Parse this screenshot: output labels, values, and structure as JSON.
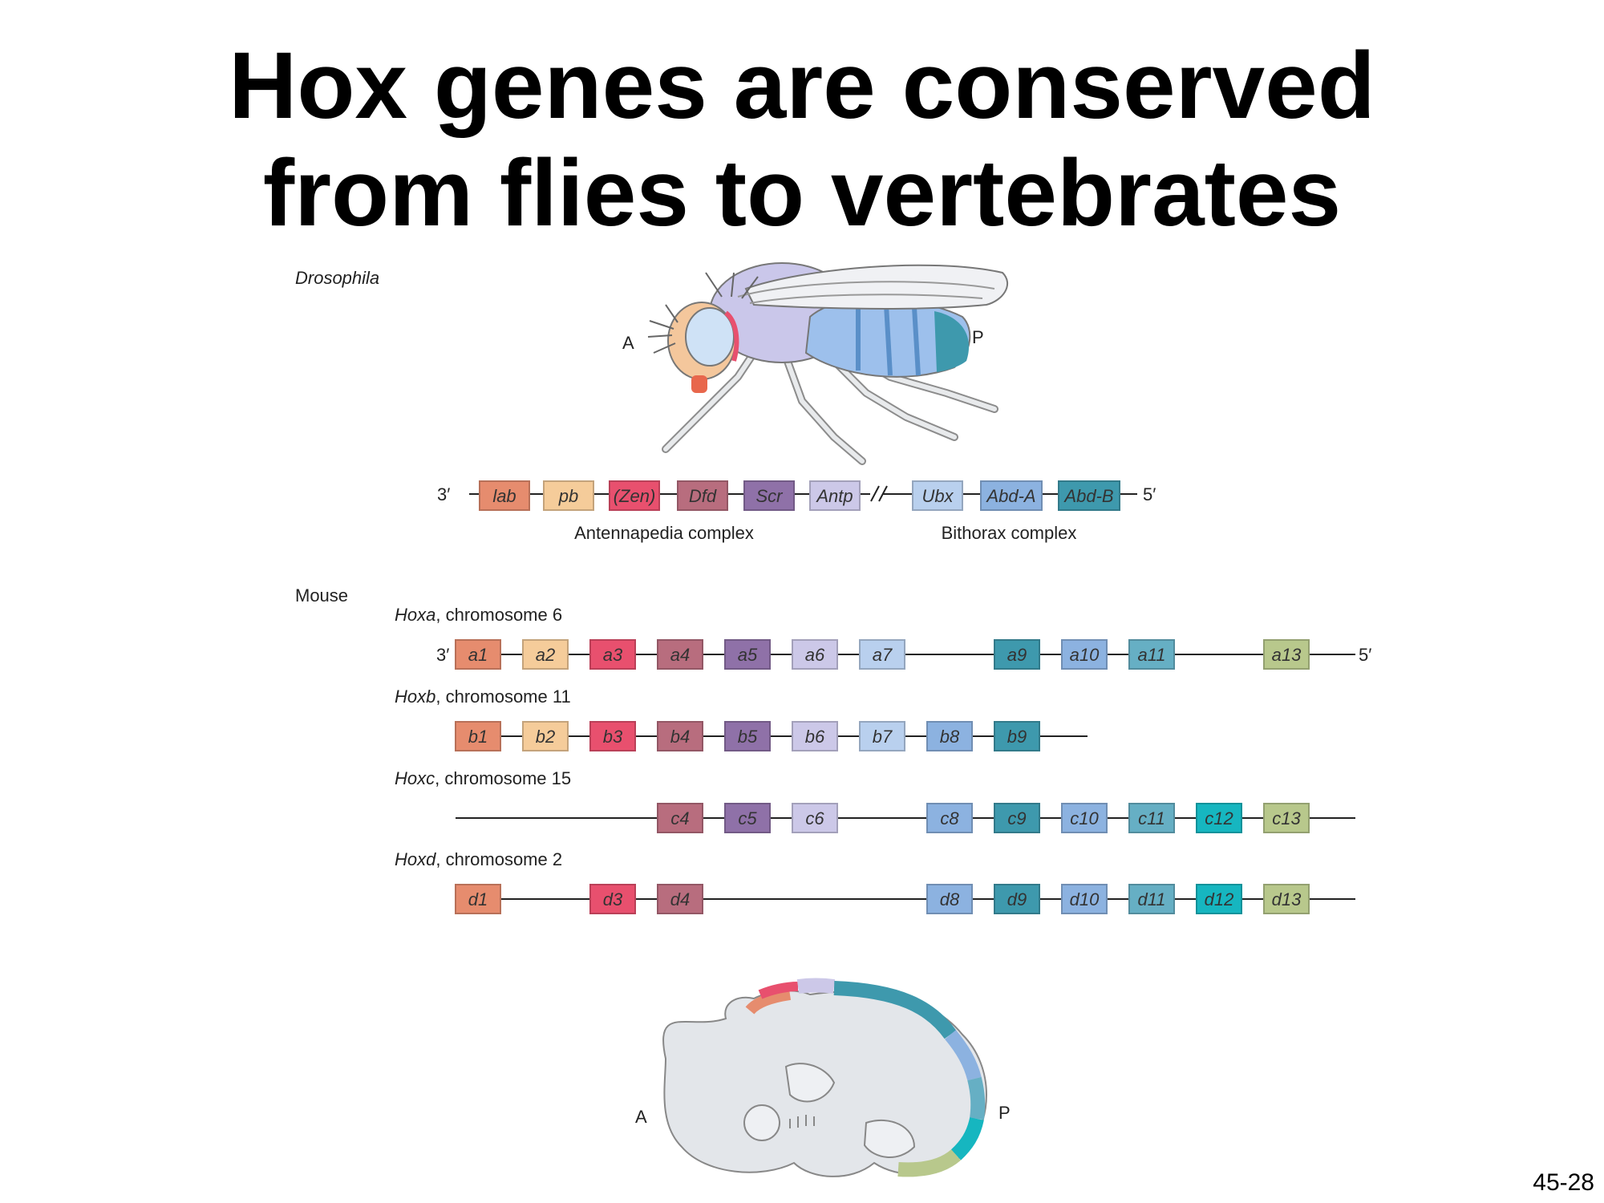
{
  "slide": {
    "title_line1": "Hox genes are conserved",
    "title_line2": "from flies to vertebrates",
    "number": "45-28"
  },
  "drosophila": {
    "label": "Drosophila",
    "anterior": "A",
    "posterior": "P",
    "end3": "3′",
    "end5": "5′",
    "genes": [
      {
        "name": "lab",
        "color": "#e68c6e"
      },
      {
        "name": "pb",
        "color": "#f5cc9a"
      },
      {
        "name": "(Zen)",
        "color": "#e8506e"
      },
      {
        "name": "Dfd",
        "color": "#b86d7e"
      },
      {
        "name": "Scr",
        "color": "#8f71a8"
      },
      {
        "name": "Antp",
        "color": "#ccc8e8"
      },
      {
        "name": "Ubx",
        "color": "#b9d0ee"
      },
      {
        "name": "Abd-A",
        "color": "#8cb2e0"
      },
      {
        "name": "Abd-B",
        "color": "#3e99ad"
      }
    ],
    "complexes": [
      "Antennapedia complex",
      "Bithorax complex"
    ]
  },
  "mouse": {
    "label": "Mouse",
    "end3": "3′",
    "end5": "5′",
    "clusters": [
      {
        "name": "Hoxa",
        "chromosome": ", chromosome 6",
        "genes": [
          "a1",
          "a2",
          "a3",
          "a4",
          "a5",
          "a6",
          "a7",
          "",
          "a9",
          "a10",
          "a11",
          "",
          "a13"
        ]
      },
      {
        "name": "Hoxb",
        "chromosome": ", chromosome 11",
        "genes": [
          "b1",
          "b2",
          "b3",
          "b4",
          "b5",
          "b6",
          "b7",
          "b8",
          "b9",
          "",
          "",
          "",
          ""
        ]
      },
      {
        "name": "Hoxc",
        "chromosome": ", chromosome 15",
        "genes": [
          "",
          "",
          "",
          "c4",
          "c5",
          "c6",
          "",
          "c8",
          "c9",
          "c10",
          "c11",
          "c12",
          "c13"
        ]
      },
      {
        "name": "Hoxd",
        "chromosome": ", chromosome 2",
        "genes": [
          "d1",
          "",
          "d3",
          "d4",
          "",
          "",
          "",
          "d8",
          "d9",
          "d10",
          "d11",
          "d12",
          "d13"
        ]
      }
    ],
    "paralog_colors": [
      "#e68c6e",
      "#f5cc9a",
      "#e8506e",
      "#b86d7e",
      "#8f71a8",
      "#ccc8e8",
      "#b9d0ee",
      "#8cb2e0",
      "#3e99ad",
      "#8cb2e0",
      "#66afc4",
      "#16b6c0",
      "#b8c88c"
    ],
    "embryo_anterior": "A",
    "embryo_posterior": "P"
  }
}
